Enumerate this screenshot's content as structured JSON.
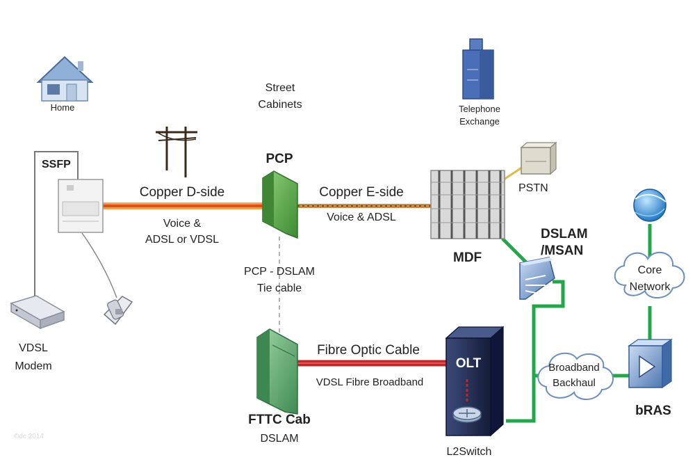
{
  "labels": {
    "home": "Home",
    "street_cabinets_1": "Street",
    "street_cabinets_2": "Cabinets",
    "telephone_exchange_1": "Telephone",
    "telephone_exchange_2": "Exchange",
    "ssfp": "SSFP",
    "pcp": "PCP",
    "copper_d_side": "Copper D-side",
    "voice_adsl_vdsl_1": "Voice &",
    "voice_adsl_vdsl_2": "ADSL or VDSL",
    "copper_e_side": "Copper E-side",
    "voice_adsl": "Voice & ADSL",
    "pstn": "PSTN",
    "mdf": "MDF",
    "dslam_msan_1": "DSLAM",
    "dslam_msan_2": "/MSAN",
    "pcp_dslam_tie_1": "PCP - DSLAM",
    "pcp_dslam_tie_2": "Tie cable",
    "vdsl_modem_1": "VDSL",
    "vdsl_modem_2": "Modem",
    "fibre_optic_cable": "Fibre Optic Cable",
    "vdsl_fibre_broadband": "VDSL Fibre Broadband",
    "olt": "OLT",
    "fttc_cab": "FTTC Cab",
    "dslam": "DSLAM",
    "l2switch": "L2Switch",
    "core_network_1": "Core",
    "core_network_2": "Network",
    "broadband_backhaul_1": "Broadband",
    "broadband_backhaul_2": "Backhaul",
    "bras": "bRAS",
    "watermark": "©dc 2014"
  },
  "colors": {
    "copper_d_side": "#e8642a",
    "copper_e_side": "#c8873e",
    "fibre": "#c0282b",
    "green_link": "#22a84a",
    "pcp_green": "#5cab4a",
    "fttc_green": "#4f9a5e",
    "olt_navy": "#1f2a4e",
    "blue_device": "#5a7fb8",
    "exchange_blue": "#3a5d9c"
  }
}
